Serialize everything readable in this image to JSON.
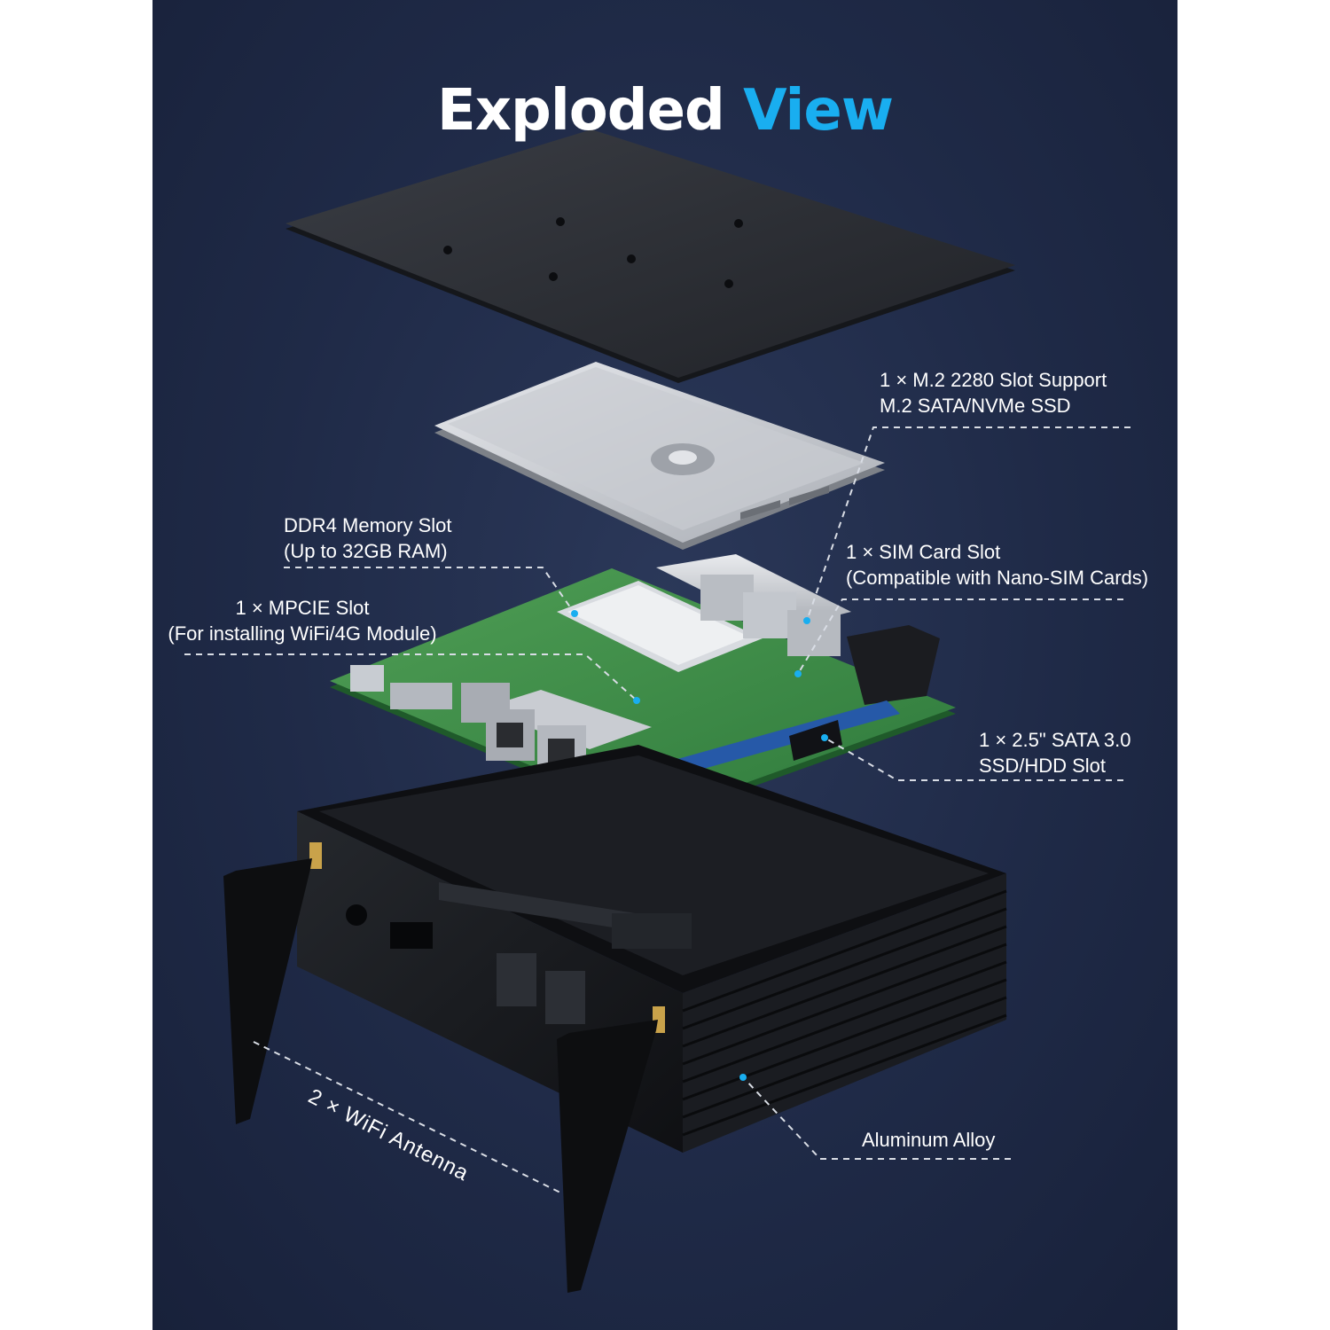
{
  "title": {
    "part1": "Exploded",
    "part2": "View"
  },
  "labels": {
    "m2": [
      "1 × M.2 2280 Slot Support",
      "M.2 SATA/NVMe SSD"
    ],
    "ddr4": [
      "DDR4 Memory Slot",
      "(Up to 32GB RAM)"
    ],
    "sim": [
      "1 × SIM Card Slot",
      "(Compatible with Nano-SIM Cards)"
    ],
    "mpcie": [
      "1 × MPCIE Slot",
      "(For installing WiFi/4G Module)"
    ],
    "sata": [
      "1 × 2.5\" SATA 3.0",
      "SSD/HDD Slot"
    ],
    "alloy": "Aluminum Alloy",
    "antenna": "2 × WiFi Antenna"
  },
  "colors": {
    "accent": "#19aef0",
    "panel": "#1f2a47",
    "pcb": "#3f8f4a",
    "chassis": "#14161a"
  }
}
